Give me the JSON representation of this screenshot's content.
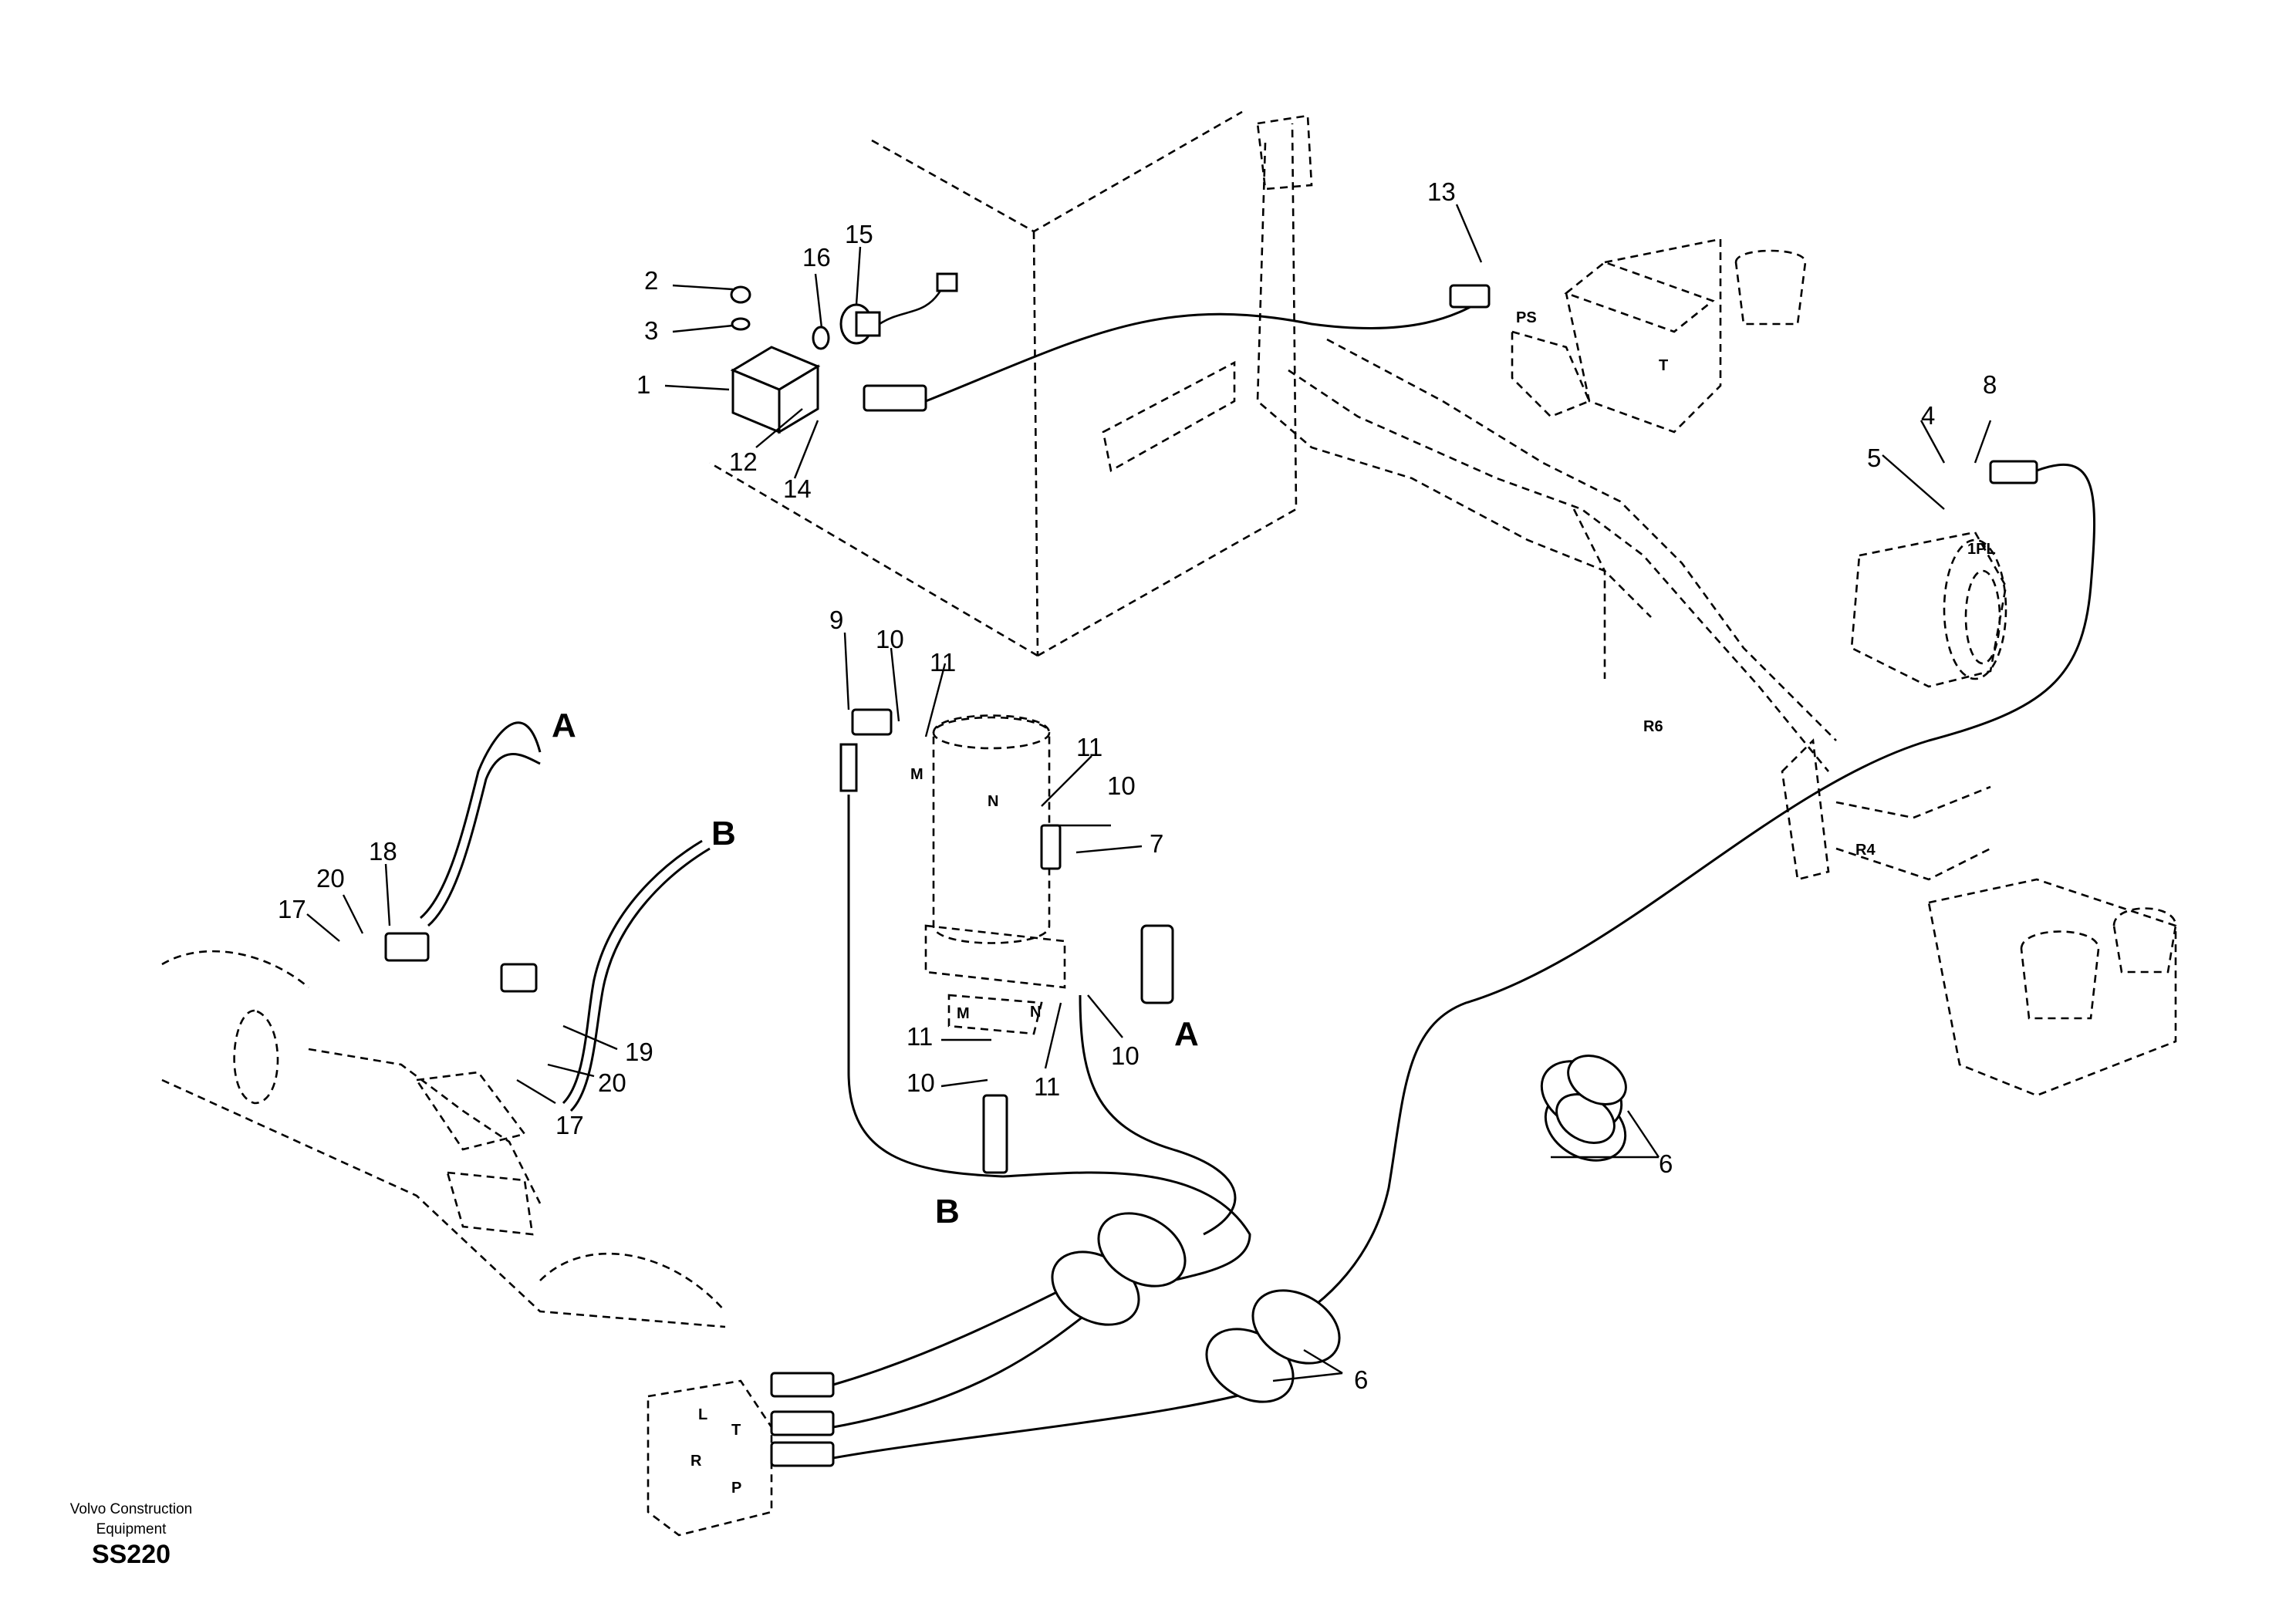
{
  "footer": {
    "brand_line1": "Volvo Construction",
    "brand_line2": "Equipment",
    "code": "SS220"
  },
  "callouts": {
    "c1": "1",
    "c2": "2",
    "c3": "3",
    "c4": "4",
    "c5": "5",
    "c6a": "6",
    "c6b": "6",
    "c7": "7",
    "c8": "8",
    "c9": "9",
    "c10a": "10",
    "c10b": "10",
    "c10c": "10",
    "c10d": "10",
    "c11a": "11",
    "c11b": "11",
    "c11c": "11",
    "c11d": "11",
    "c12": "12",
    "c13": "13",
    "c14": "14",
    "c15": "15",
    "c16": "16",
    "c17a": "17",
    "c17b": "17",
    "c18": "18",
    "c19": "19",
    "c20a": "20",
    "c20b": "20"
  },
  "letters": {
    "a_top": "A",
    "b_top": "B",
    "a_mid": "A",
    "b_bottom": "B"
  },
  "ports": {
    "ps": "PS",
    "t_valve": "T",
    "pl1": "1PL",
    "r6": "R6",
    "r4": "R4",
    "m_upper": "M",
    "n_upper": "N",
    "m_lower": "M",
    "n_lower": "N",
    "l": "L",
    "t": "T",
    "r": "R",
    "p": "P"
  }
}
